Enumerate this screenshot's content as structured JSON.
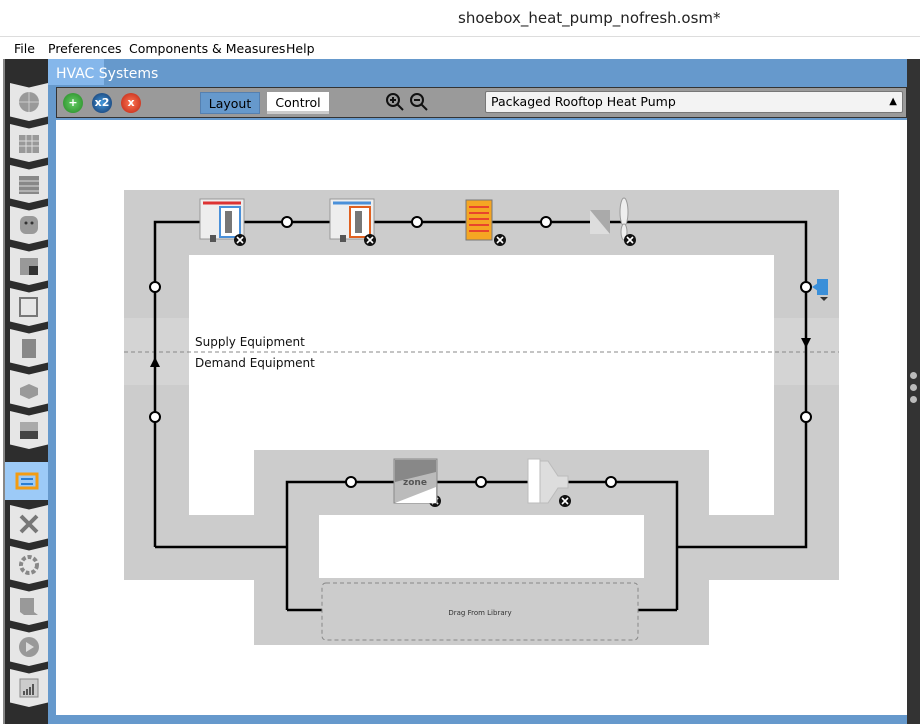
{
  "window": {
    "title": "shoebox_heat_pump_nofresh.osm*"
  },
  "menu": [
    "File",
    "Preferences",
    "Components & Measures",
    "Help"
  ],
  "sidebar": {
    "items": [
      "site",
      "schedules",
      "constructions",
      "loads",
      "space-types",
      "geometry",
      "facility",
      "spaces",
      "thermal-zones",
      "hvac-systems",
      "variables",
      "simulation-settings",
      "measures",
      "run-simulation",
      "results-summary"
    ],
    "selected": "hvac-systems"
  },
  "panel": {
    "title": "HVAC Systems"
  },
  "toolbar": {
    "add_label": "+",
    "duplicate_label": "x2",
    "delete_label": "x",
    "layout_label": "Layout",
    "control_label": "Control",
    "selected_toggle": "Layout",
    "system_select": "Packaged Rooftop Heat Pump"
  },
  "diagram": {
    "supply_label": "Supply Equipment",
    "demand_label": "Demand Equipment",
    "drag_label": "Drag From Library",
    "zone_label": "zone",
    "supply_components": [
      "heating-coil-dx",
      "cooling-coil-dx",
      "electric-heating-coil",
      "supply-fan"
    ],
    "demand_components": [
      "thermal-zone",
      "air-terminal"
    ]
  },
  "colors": {
    "accent": "#6699cc",
    "selected_nav": "#9ccaf7",
    "loop_gray": "#cccccc"
  }
}
